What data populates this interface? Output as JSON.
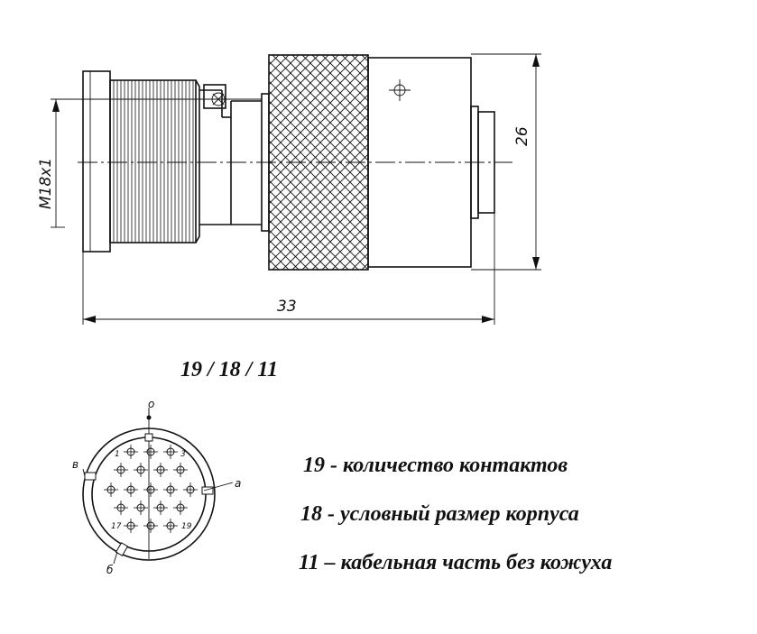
{
  "drawing": {
    "thread_label": "M18x1",
    "diameter_label": "26",
    "length_label": "33"
  },
  "designation": "19 / 18 / 11",
  "pinout": {
    "key_top": "о",
    "key_right": "а",
    "key_left": "в",
    "key_bottom": "б",
    "pin_first": "1",
    "pin_third": "3",
    "pin_seventeen": "17",
    "pin_nineteen": "19"
  },
  "legend": [
    "19 - количество контактов",
    "18 - условный размер корпуса",
    "11 – кабельная часть без кожуха"
  ]
}
